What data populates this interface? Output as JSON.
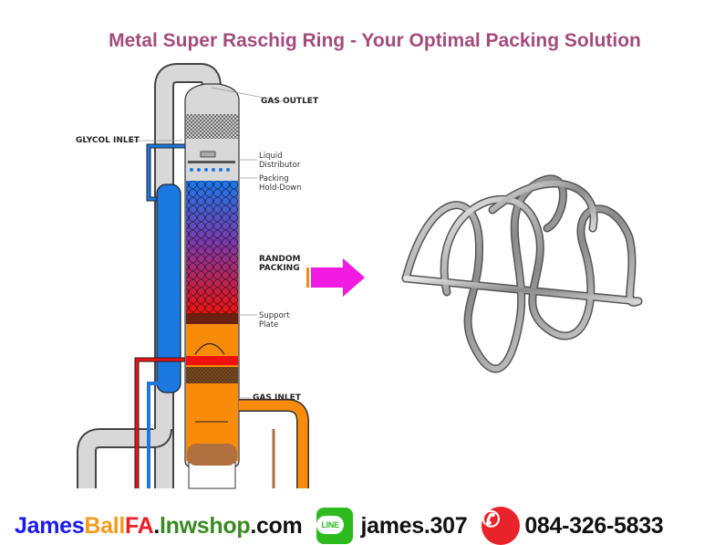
{
  "title": "Metal Super Raschig Ring - Your Optimal Packing Solution",
  "diagram": {
    "labels": {
      "gas_outlet": "GAS OUTLET",
      "glycol_inlet": "GLYCOL INLET",
      "liquid_distributor": "Liquid Distributor",
      "packing_hold_down": "Packing Hold-Down",
      "random_packing": "RANDOM PACKING",
      "support_plate": "Support Plate",
      "gas_inlet": "GAS INLET"
    }
  },
  "footer": {
    "site_parts": [
      {
        "text": "James",
        "color": "#1a1aee"
      },
      {
        "text": "Ball",
        "color": "#f39a1e"
      },
      {
        "text": "FA",
        "color": "#ee1c24"
      },
      {
        "text": ".",
        "color": "#111111"
      },
      {
        "text": "lnwshop",
        "color": "#3a8a22"
      },
      {
        "text": ".com",
        "color": "#111111"
      }
    ],
    "line_icon_text": "LINE",
    "line_id": "james.307",
    "phone": "084-326-5833"
  }
}
